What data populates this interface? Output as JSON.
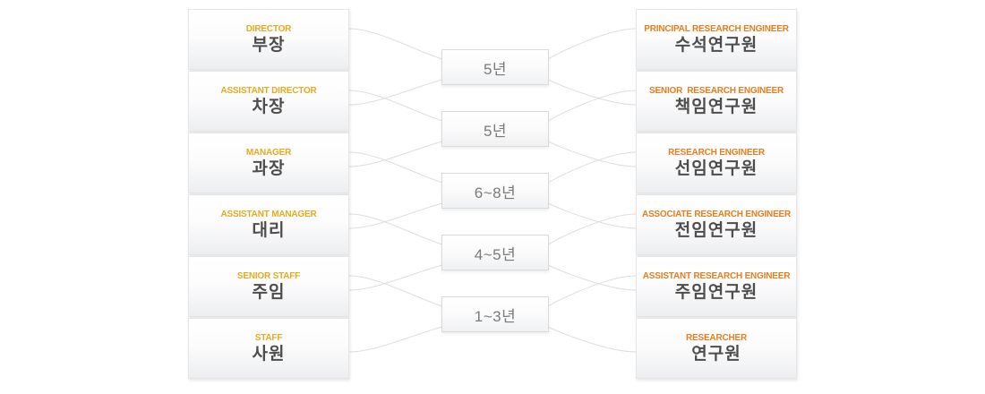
{
  "palette": {
    "left_title": "#e6aa1f",
    "right_title": "#e87d1e",
    "korean_text": "#4d4d4d",
    "years_text": "#7a7a7a",
    "connector_line": "#dedede"
  },
  "left_column": {
    "items": [
      {
        "title_en": "DIRECTOR",
        "title_ko": "부장"
      },
      {
        "title_en": "ASSISTANT DIRECTOR",
        "title_ko": "차장"
      },
      {
        "title_en": "MANAGER",
        "title_ko": "과장"
      },
      {
        "title_en": "ASSISTANT MANAGER",
        "title_ko": "대리"
      },
      {
        "title_en": "SENIOR STAFF",
        "title_ko": "주임"
      },
      {
        "title_en": "STAFF",
        "title_ko": "사원"
      }
    ]
  },
  "right_column": {
    "items": [
      {
        "title_en": "PRINCIPAL RESEARCH ENGINEER",
        "title_ko": "수석연구원"
      },
      {
        "title_en": "SENIOR  RESEARCH ENGINEER",
        "title_ko": "책임연구원"
      },
      {
        "title_en": "RESEARCH ENGINEER",
        "title_ko": "선임연구원"
      },
      {
        "title_en": "ASSOCIATE RESEARCH ENGINEER",
        "title_ko": "전임연구원"
      },
      {
        "title_en": "ASSISTANT RESEARCH ENGINEER",
        "title_ko": "주임연구원"
      },
      {
        "title_en": "RESEARCHER",
        "title_ko": "연구원"
      }
    ]
  },
  "middle_column": {
    "items": [
      {
        "years": "5년"
      },
      {
        "years": "5년"
      },
      {
        "years": "6~8년"
      },
      {
        "years": "4~5년"
      },
      {
        "years": "1~3년"
      }
    ]
  }
}
